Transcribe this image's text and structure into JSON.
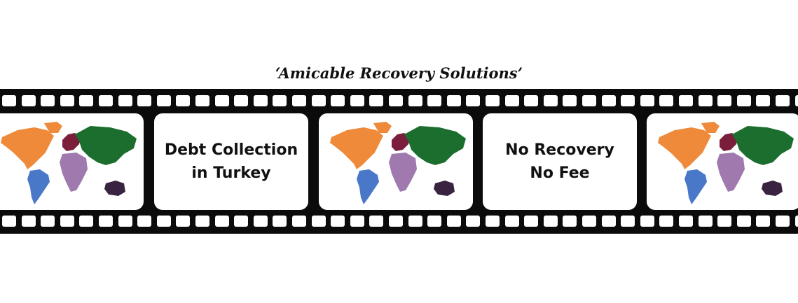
{
  "header": {
    "tagline": "‘Amicable Recovery Solutions’"
  },
  "frames": [
    {
      "kind": "map",
      "icon": "world-map-icon"
    },
    {
      "kind": "text",
      "line1": "Debt Collection",
      "line2": "in Turkey"
    },
    {
      "kind": "map",
      "icon": "world-map-icon"
    },
    {
      "kind": "text",
      "line1": "No Recovery",
      "line2": "No Fee"
    },
    {
      "kind": "map",
      "icon": "world-map-icon"
    }
  ],
  "colors": {
    "film": "#0b0b0b",
    "north_america": "#ee8a3a",
    "south_america": "#4a78c8",
    "europe": "#7a1e3c",
    "africa": "#a07aae",
    "asia": "#1c6e2e",
    "oceania": "#3a2340"
  }
}
